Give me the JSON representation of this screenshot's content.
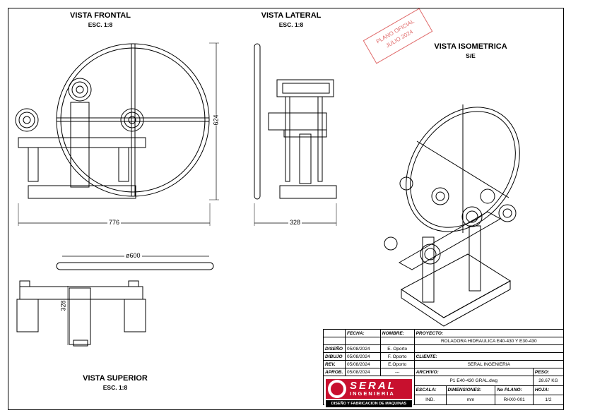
{
  "views": {
    "frontal": {
      "title": "VISTA FRONTAL",
      "scale": "ESC. 1:8"
    },
    "lateral": {
      "title": "VISTA LATERAL",
      "scale": "ESC. 1:8"
    },
    "isometric": {
      "title": "VISTA ISOMETRICA",
      "scale": "S/E"
    },
    "superior": {
      "title": "VISTA SUPERIOR",
      "scale": "ESC. 1:8"
    }
  },
  "dimensions": {
    "width_front": "776",
    "height_front": "624",
    "width_side": "328",
    "diameter": "ø600",
    "depth_top": "328"
  },
  "stamp": {
    "line1": "PLANO OFICIAL",
    "line2": "JULIO 2024"
  },
  "title_block": {
    "fecha_label": "FECHA:",
    "nombre_label": "NOMBRE:",
    "proyecto_label": "PROYECTO:",
    "proyecto_value": "ROLADORA HIDRAULICA E40-430 Y E30-430",
    "rows": [
      {
        "label": "DISEÑO",
        "date": "05/08/2024",
        "name": "E. Oporto"
      },
      {
        "label": "DIBUJO",
        "date": "05/08/2024",
        "name": "F. Oporto"
      },
      {
        "label": "REV.",
        "date": "05/08/2024",
        "name": "E.Oporto"
      },
      {
        "label": "APROB.",
        "date": "05/08/2024",
        "name": "---"
      }
    ],
    "cliente_label": "CLIENTE:",
    "cliente_value": "SERAL INGENIERIA",
    "archivo_label": "ARCHIVO:",
    "archivo_value": "P1 E40-430 GRAL.dwg",
    "peso_label": "PESO:",
    "peso_value": "28.67 KG",
    "escala_label": "ESCALA:",
    "escala_value": "IND.",
    "dimensiones_label": "DIMENSIONES:",
    "dimensiones_value": "mm",
    "noplano_label": "No PLANO:",
    "noplano_value": "RHX0-001",
    "hoja_label": "HOJA:",
    "hoja_value": "1/2"
  },
  "logo": {
    "name": "SERAL",
    "sub": "INGENIERIA",
    "tagline": "DISEÑO Y FABRICACION DE MAQUINAS"
  }
}
